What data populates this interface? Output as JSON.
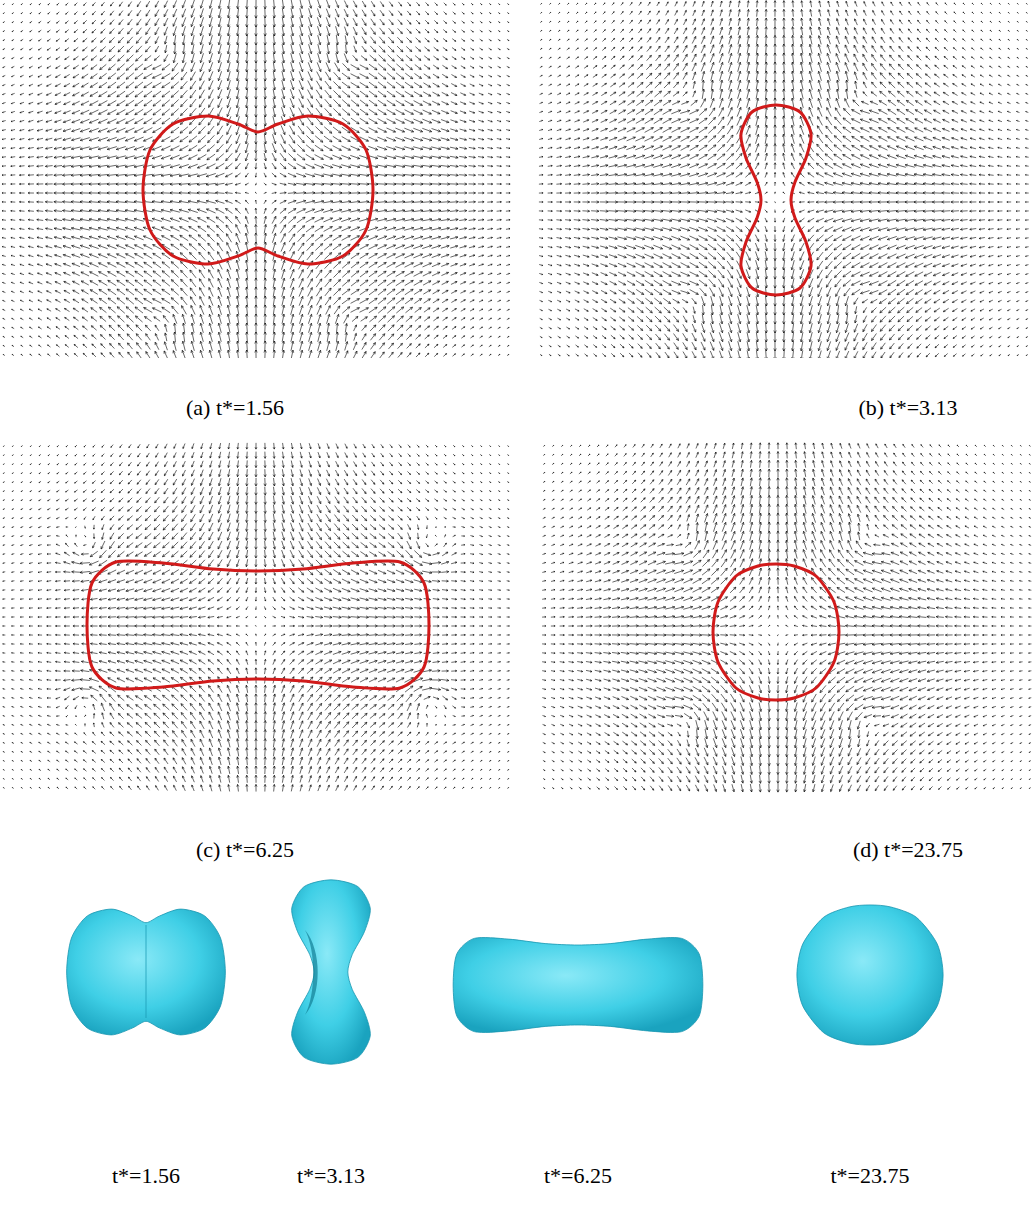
{
  "diagram": {
    "labels": [
      "(a) t*=1.56",
      "(b) t*=3.13",
      "(c) t*=6.25",
      "(d) t*=23.75",
      "t*=1.56",
      "t*=3.13",
      "t*=6.25",
      "t*=23.75"
    ]
  }
}
